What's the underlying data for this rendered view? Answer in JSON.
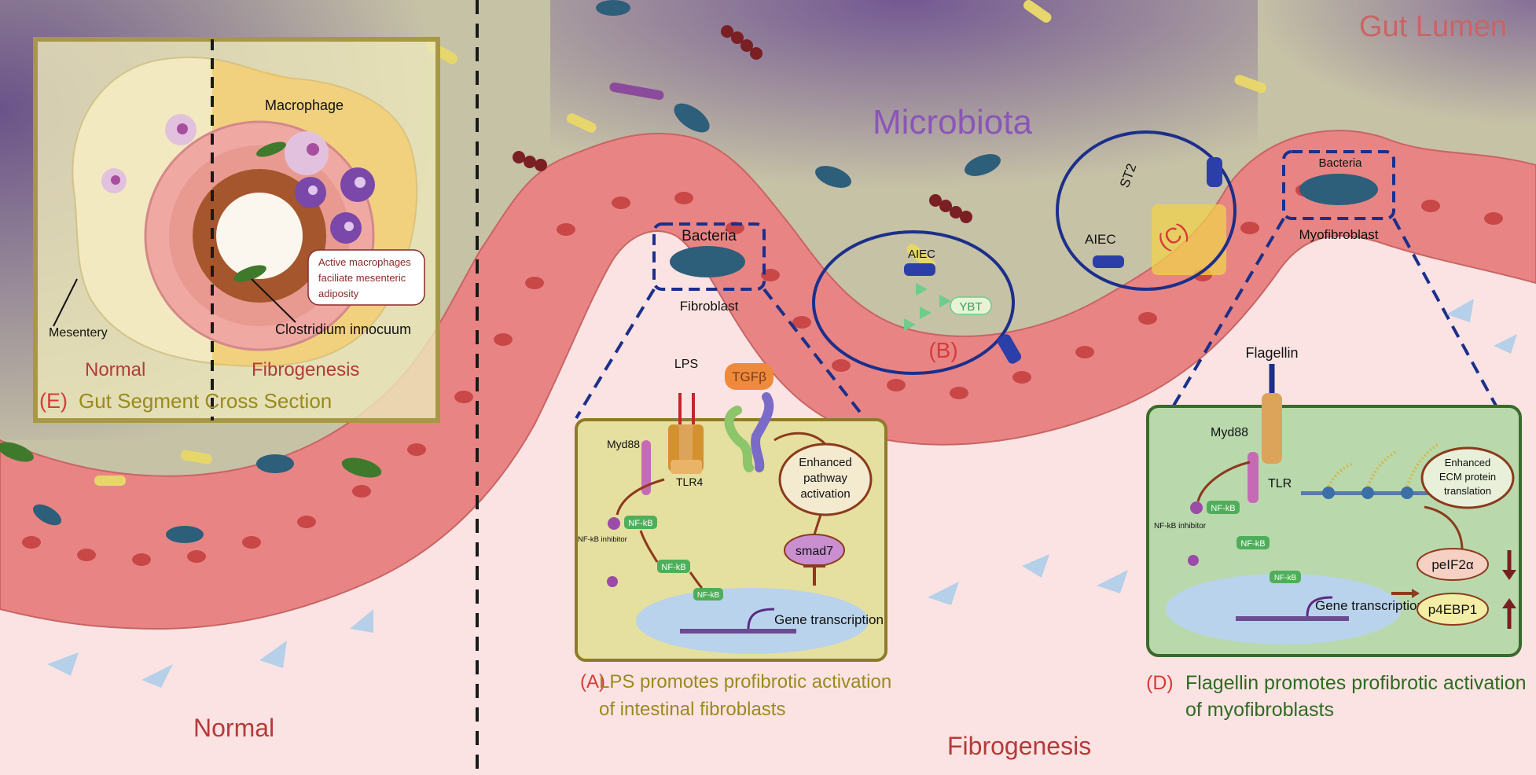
{
  "labels": {
    "gut_lumen": "Gut Lumen",
    "microbiota": "Microbiota",
    "normal_bottom": "Normal",
    "fibrogenesis_bottom": "Fibrogenesis",
    "bacteria_a": "Bacteria",
    "fibroblast": "Fibroblast",
    "bacteria_d": "Bacteria",
    "myofibroblast": "Myofibroblast",
    "aiec_b": "AIEC",
    "ybt": "YBT",
    "marker_b": "(B)",
    "st2": "ST2",
    "aiec_c": "AIEC",
    "marker_c": "(C)"
  },
  "panel_e": {
    "macrophage": "Macrophage",
    "callout": [
      "Active macrophages",
      "faciliate mesenteric",
      "adiposity"
    ],
    "clostridium": "Clostridium innocuum",
    "mesentery": "Mesentery",
    "normal": "Normal",
    "fibrogenesis": "Fibrogenesis",
    "marker": "(E)",
    "title": "Gut Segment Cross Section"
  },
  "panel_a": {
    "lps": "LPS",
    "tgfb": "TGFβ",
    "myd88": "Myd88",
    "tlr4": "TLR4",
    "enhanced": [
      "Enhanced",
      "pathway",
      "activation"
    ],
    "nfkb": "NF-kB",
    "nfkb_inhibitor": "NF-kB inhibitor",
    "smad7": "smad7",
    "gene_transcription": "Gene transcription",
    "marker": "(A)",
    "caption_line1": "LPS promotes profibrotic activation",
    "caption_line2": "of intestinal fibroblasts"
  },
  "panel_d": {
    "flagellin": "Flagellin",
    "myd88": "Myd88",
    "tlr": "TLR",
    "enhanced": [
      "Enhanced",
      "ECM protein",
      "translation"
    ],
    "nfkb": "NF-kB",
    "nfkb_inhibitor": "NF-kB inhibitor",
    "gene_transcription": "Gene transcription",
    "peif2a": "peIF2α",
    "p4ebp1": "p4EBP1",
    "marker": "(D)",
    "caption_line1": "Flagellin promotes profibrotic activation",
    "caption_line2": "of myofibroblasts"
  },
  "colors": {
    "lumen": "#c9c2a8",
    "lumen_purple": "#6b4a8c",
    "cell": "#e88584",
    "nucleus": "#c94747",
    "tissue": "#fbe3e3",
    "panel_a_bg": "#e5dfa0",
    "panel_d_bg": "#b9d9ad",
    "dark_blue": "#1c2f8a",
    "title_red": "#b53a3a",
    "caption_olive": "#9a8a1c",
    "caption_green": "#2f6b1f",
    "arrow_brown": "#8c3a1c"
  }
}
